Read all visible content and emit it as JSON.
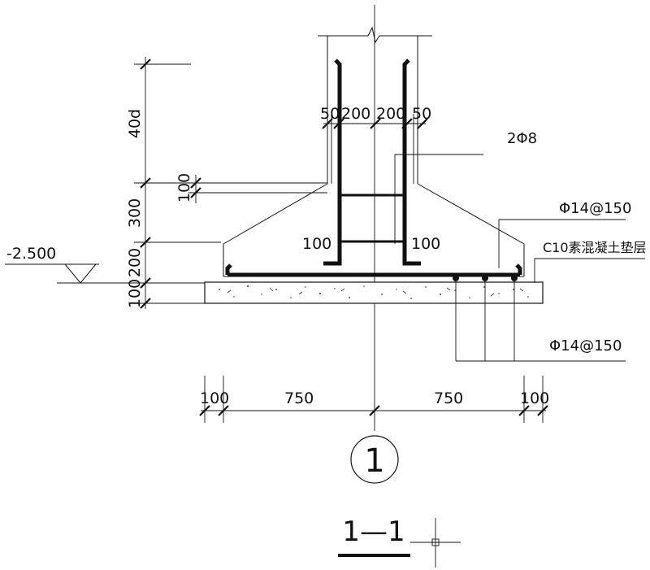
{
  "elevation": "-2.500",
  "vertical_dims": [
    "40d",
    "100",
    "300",
    "200",
    "100"
  ],
  "column_dims": [
    "50",
    "200",
    "200",
    "50"
  ],
  "stirrup_offsets": [
    "100",
    "100"
  ],
  "bottom_dims": [
    "100",
    "750",
    "750",
    "100"
  ],
  "labels": {
    "column_bars": "2Φ8",
    "top_mesh": "Φ14@150",
    "cushion": "C10素混凝土垫层",
    "bottom_mesh": "Φ14@150"
  },
  "axis_number": "1",
  "section_title": "1—1"
}
